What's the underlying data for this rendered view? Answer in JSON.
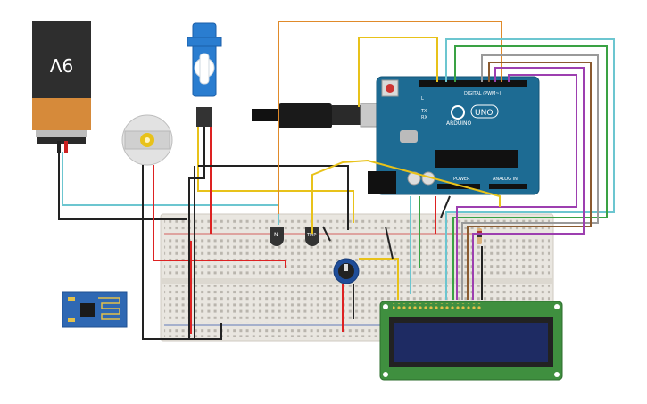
{
  "battery": {
    "label": "9V"
  },
  "arduino": {
    "brand": "ARDUINO",
    "model": "UNO",
    "digital_label": "DIGITAL (PWM~)",
    "power_label": "POWER",
    "analog_label": "ANALOG IN",
    "tx": "TX",
    "rx": "RX",
    "l": "L"
  },
  "transistor_1": {
    "label": "N"
  },
  "transistor_2": {
    "label": "TMP"
  },
  "colors": {
    "breadboard": "#e9e6e0",
    "arduino": "#1d6b93",
    "lcd_board": "#3f8f3f",
    "lcd_screen": "#1e2b63",
    "battery_top": "#2e2e2e",
    "battery_bottom": "#d68a3a",
    "servo": "#2a7dd0",
    "esp": "#2f68b3",
    "wire_red": "#d22",
    "wire_black": "#222",
    "wire_cyan": "#6cc6d0",
    "wire_orange": "#e08a2a",
    "wire_yellow": "#e8c21a",
    "wire_green": "#3aa244",
    "wire_purple": "#9d3fb0",
    "wire_brown": "#8a5a30",
    "wire_gray": "#9a9a9a"
  }
}
